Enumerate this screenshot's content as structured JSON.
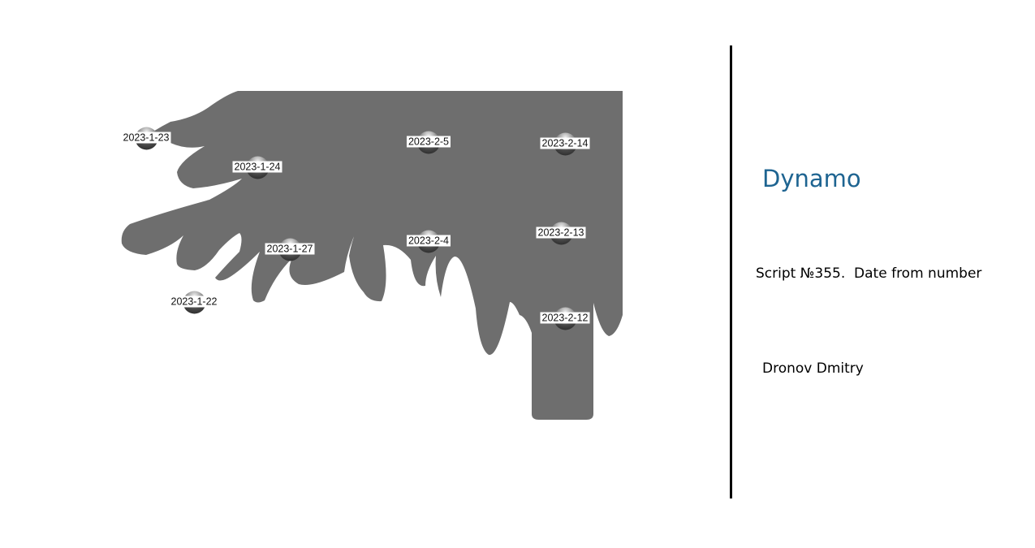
{
  "scene": {
    "shape_color": "#6e6e6e",
    "tags": [
      {
        "label": "2023-1-23"
      },
      {
        "label": "2023-1-24"
      },
      {
        "label": "2023-2-5"
      },
      {
        "label": "2023-2-14"
      },
      {
        "label": "2023-1-27"
      },
      {
        "label": "2023-2-4"
      },
      {
        "label": "2023-2-13"
      },
      {
        "label": "2023-1-22"
      },
      {
        "label": "2023-2-12"
      }
    ]
  },
  "info": {
    "app_name": "Dynamo",
    "app_name_color": "#1e6491",
    "script_title": "Script №355.  Date from number",
    "author": "Dronov Dmitry"
  }
}
